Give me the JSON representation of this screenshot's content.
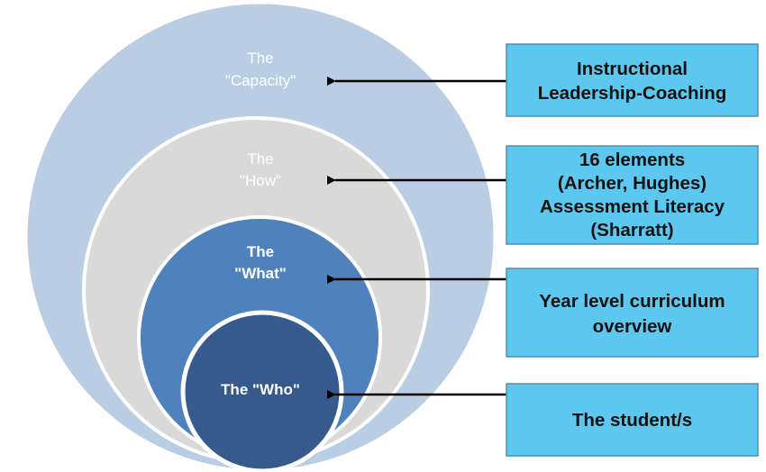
{
  "circles": [
    {
      "id": "capacity",
      "line1": "The",
      "line2": "\"Capacity\"",
      "fill": "#b9cde5",
      "stroke": "#ffffff",
      "text_color": "#ffffff"
    },
    {
      "id": "how",
      "line1": "The",
      "line2": "\"How\"",
      "fill": "#d9d9d9",
      "stroke": "#ffffff",
      "text_color": "#ffffff"
    },
    {
      "id": "what",
      "line1": "The",
      "line2": "\"What\"",
      "fill": "#4f81bd",
      "stroke": "#ffffff",
      "text_color": "#ffffff"
    },
    {
      "id": "who",
      "line1": "The \"Who\"",
      "line2": "",
      "fill": "#375a8c",
      "stroke": "#ffffff",
      "text_color": "#ffffff"
    }
  ],
  "boxes": [
    {
      "id": "capacity",
      "lines": [
        "Instructional",
        "Leadership-Coaching"
      ]
    },
    {
      "id": "how",
      "lines": [
        "16 elements",
        "(Archer, Hughes)",
        "Assessment Literacy",
        "(Sharratt)"
      ]
    },
    {
      "id": "what",
      "lines": [
        "Year level curriculum",
        "overview"
      ]
    },
    {
      "id": "who",
      "lines": [
        "The student/s"
      ]
    }
  ],
  "colors": {
    "box_fill": "#5cc8ef",
    "box_border": "#4a90b8",
    "arrow": "#000000"
  }
}
